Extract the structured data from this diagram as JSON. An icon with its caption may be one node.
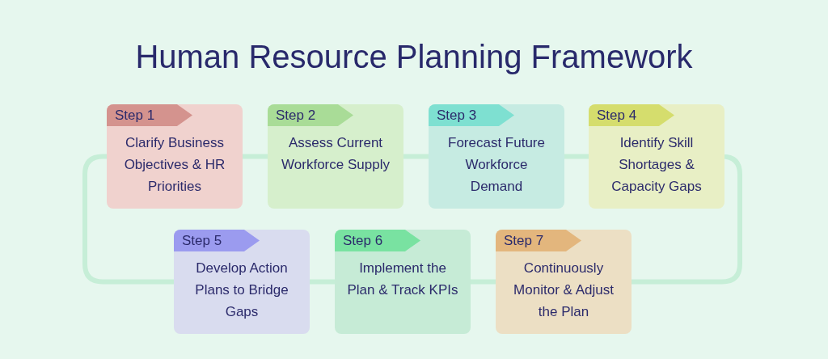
{
  "diagram": {
    "title": "Human Resource Planning Framework",
    "nodes": [
      {
        "text": [
          "Step 1",
          "Clarify Business Objectives & HR Priorities"
        ]
      },
      {
        "text": [
          "Step 2",
          "Assess Current Workforce Supply"
        ]
      },
      {
        "text": [
          "Step 3",
          "Forecast Future Workforce Demand"
        ]
      },
      {
        "text": [
          "Step 4",
          "Identify Skill Shortages & Capacity Gaps"
        ]
      },
      {
        "text": [
          "Step 5",
          "Develop Action Plans to Bridge Gaps"
        ]
      },
      {
        "text": [
          "Step 6",
          "Implement the Plan & Track KPIs"
        ]
      },
      {
        "text": [
          "Step 7",
          "Continuously Monitor & Adjust the Plan"
        ]
      }
    ],
    "edges": [
      {
        "from": 0,
        "to": 1,
        "arrow": "none"
      },
      {
        "from": 1,
        "to": 2,
        "arrow": "none"
      },
      {
        "from": 2,
        "to": 3,
        "arrow": "none"
      },
      {
        "from": 3,
        "to": 6,
        "arrow": "none"
      },
      {
        "from": 6,
        "to": 5,
        "arrow": "none"
      },
      {
        "from": 5,
        "to": 4,
        "arrow": "none"
      },
      {
        "from": 4,
        "to": 0,
        "arrow": "none"
      }
    ]
  }
}
